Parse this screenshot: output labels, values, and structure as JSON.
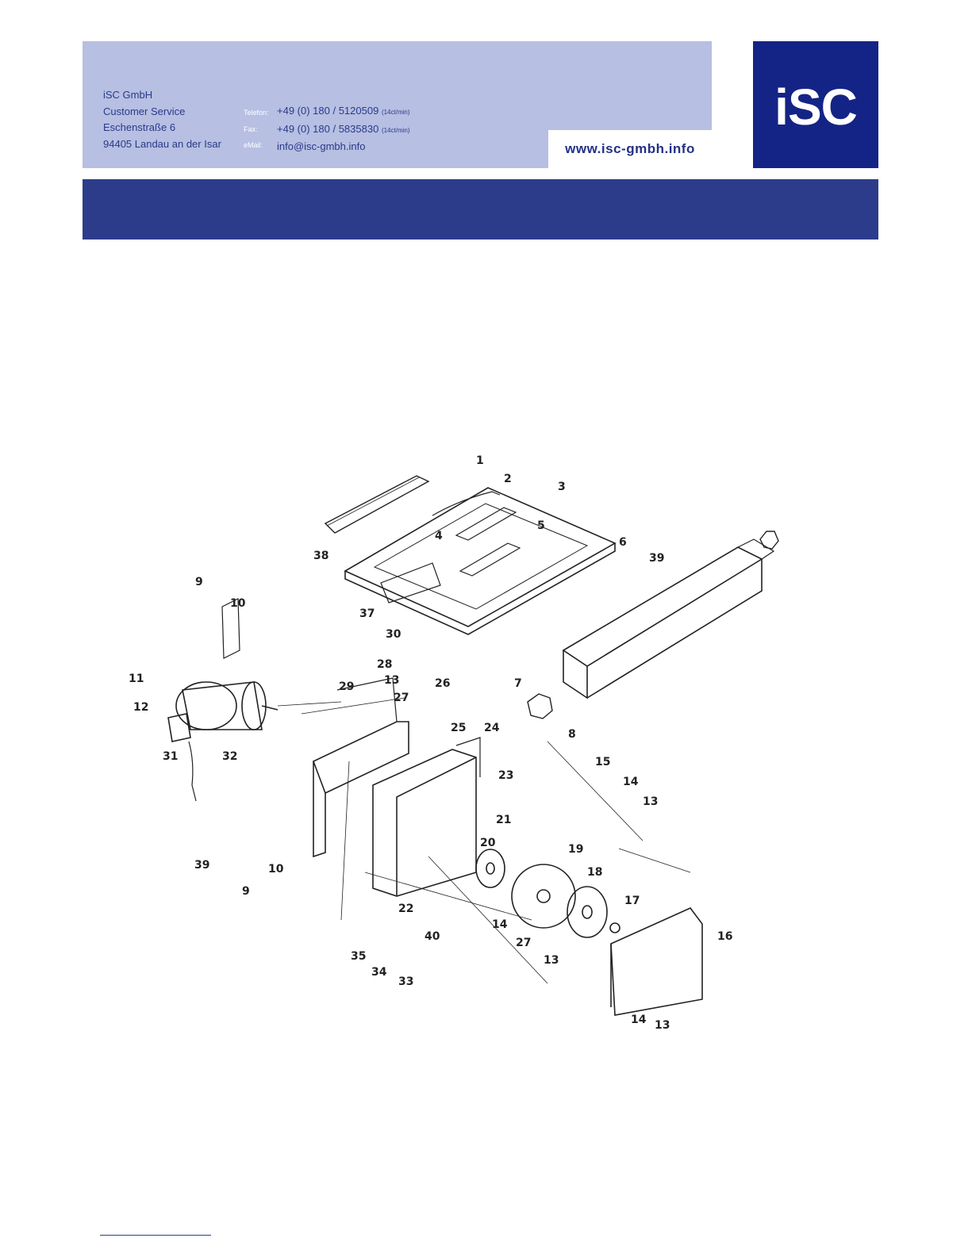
{
  "header": {
    "company": "iSC GmbH",
    "department": "Customer Service",
    "street": "Eschenstraße 6",
    "city": "94405 Landau an der Isar",
    "phone_label": "Telefon:",
    "phone": "+49 (0) 180 / 5120509",
    "phone_rate": "(14ct/min)",
    "fax_label": "Fax:",
    "fax": "+49 (0) 180 / 5835830",
    "fax_rate": "(14ct/min)",
    "email_label": "eMail:",
    "email": "info@isc-gmbh.info",
    "website": "www.isc-gmbh.info",
    "logo": "iSC"
  },
  "colors": {
    "header_panel": "#b7bfe2",
    "logo_block": "#142486",
    "title_bar": "#2d3c8a",
    "text_blue": "#2a3a8a"
  },
  "diagram": {
    "part_labels": [
      "1",
      "2",
      "3",
      "4",
      "5",
      "6",
      "38",
      "39",
      "9",
      "10",
      "37",
      "30",
      "29",
      "28",
      "13",
      "27",
      "26",
      "11",
      "12",
      "7",
      "25",
      "24",
      "8",
      "31",
      "32",
      "23",
      "15",
      "14",
      "13",
      "21",
      "20",
      "19",
      "39",
      "10",
      "18",
      "17",
      "9",
      "16",
      "22",
      "40",
      "14",
      "35",
      "27",
      "34",
      "33",
      "13",
      "14",
      "13"
    ]
  }
}
